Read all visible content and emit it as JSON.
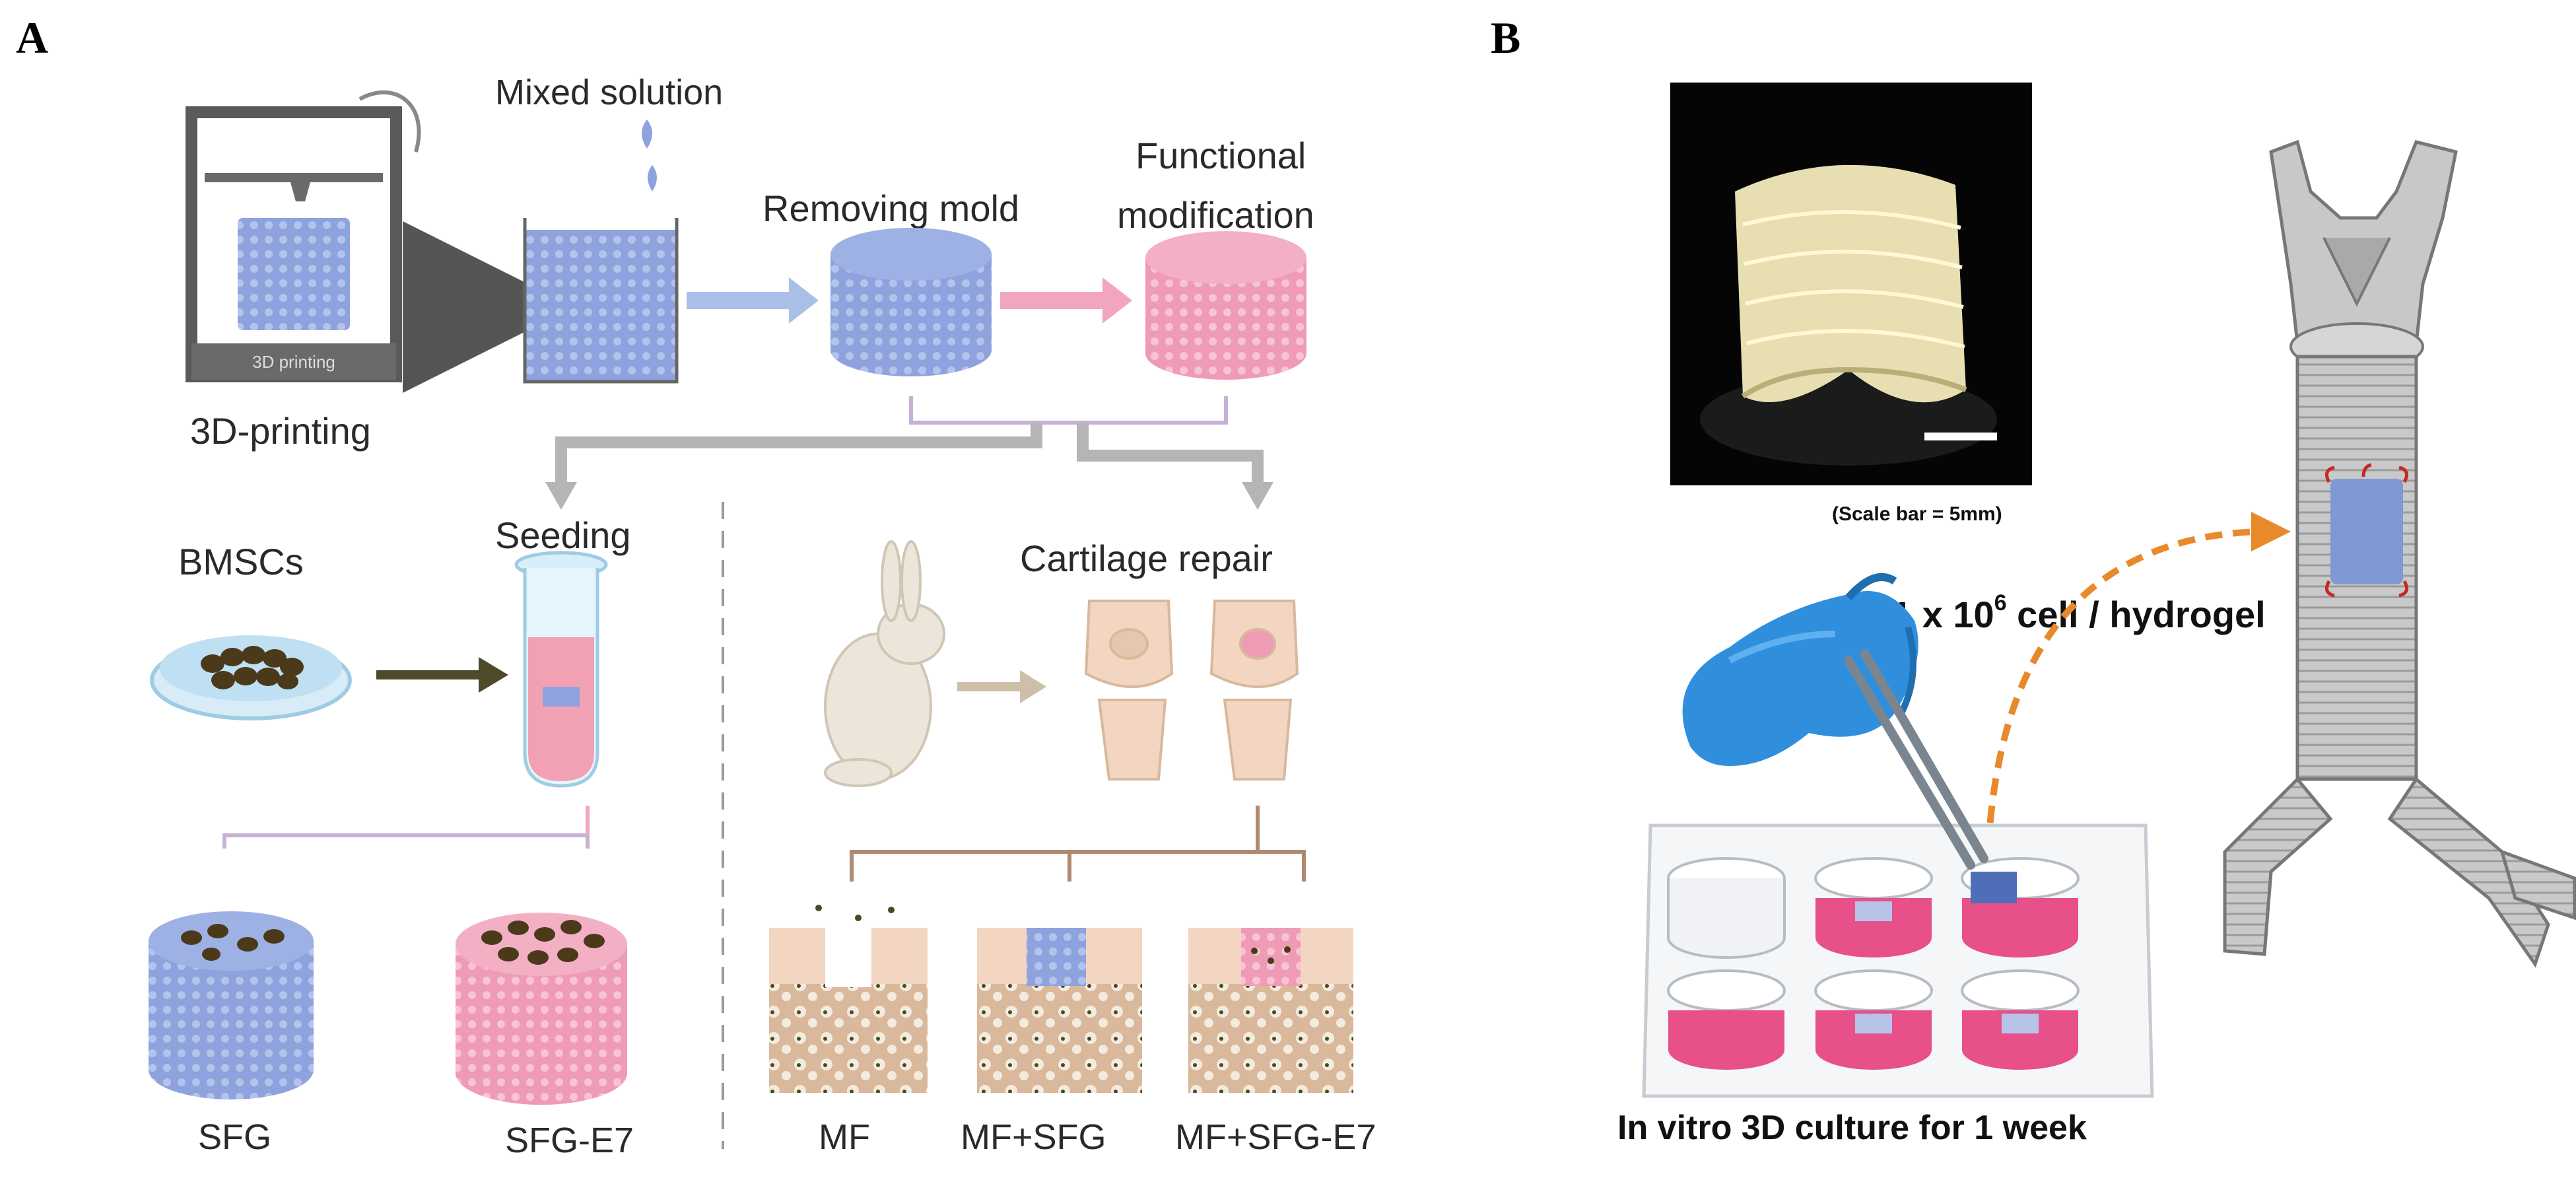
{
  "panels": {
    "a": "A",
    "b": "B"
  },
  "panel_a": {
    "printer_label": "3D printing",
    "step_printing": "3D-printing",
    "step_mixed": "Mixed solution",
    "step_mold": "Removing mold",
    "step_functional": "Functional",
    "step_functional_2": "modification",
    "bmscs": "BMSCs",
    "seeding": "Seeding",
    "cartilage_repair": "Cartilage repair",
    "scaffold_1": "SFG",
    "scaffold_2": "SFG-E7",
    "group_1": "MF",
    "group_2": "MF+SFG",
    "group_3": "MF+SFG-E7"
  },
  "panel_b": {
    "scale_bar": "(Scale bar = 5mm)",
    "cell_density_prefix": "1 x 10",
    "cell_density_exp": "6",
    "cell_density_suffix": " cell / hydrogel",
    "culture": "In vitro 3D culture for 1 week"
  },
  "colors": {
    "blue_scaffold": "#8ea3de",
    "pink_scaffold": "#ef9bb6",
    "gray_arrow": "#555555",
    "blue_arrow": "#a9bfe8",
    "pink_arrow": "#f2a6be",
    "cell_dark": "#4a3a1a",
    "orange_arrow": "#e88a2c",
    "glove_blue": "#2f8fdc",
    "media_pink": "#e8508a"
  }
}
